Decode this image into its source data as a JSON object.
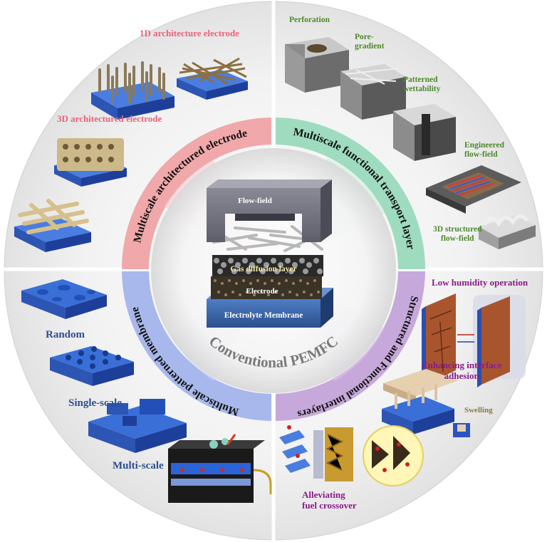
{
  "center": {
    "title": "Conventional PEMFC",
    "layers": {
      "flow_field": "Flow-field",
      "gdl": "Gas diffusion layer",
      "electrode": "Electrode",
      "membrane": "Electrolyte Membrane"
    }
  },
  "ring": {
    "top_left": "Multiscale architectured electrode",
    "top_right": "Multiscale functional transport layer",
    "bottom_left": "Multiscale patterned membrane",
    "bottom_right": "Structured and Functional interlayers"
  },
  "quadrants": {
    "electrode": {
      "one_d": "1D architecture electrode",
      "three_d": "3D architectured electrode"
    },
    "transport": {
      "perforation": "Perforation",
      "pore_gradient_1": "Pore-",
      "pore_gradient_2": "gradient",
      "patterned_1": "Patterned",
      "patterned_2": "wettability",
      "engineered_1": "Engineered",
      "engineered_2": "flow-field",
      "structured_1": "3D structured",
      "structured_2": "flow-field"
    },
    "membrane": {
      "random": "Random",
      "single": "Single-scale",
      "multi": "Multi-scale"
    },
    "interlayers": {
      "low_humidity": "Low humidity operation",
      "adhesion_1": "Enhancing interface",
      "adhesion_2": "adhesion",
      "swelling": "Swelling",
      "crossover_1": "Alleviating",
      "crossover_2": "fuel crossover"
    }
  },
  "colors": {
    "ring_pink": "#f0a8aa",
    "ring_green": "#9fdcbf",
    "ring_blue": "#a8b8ec",
    "ring_purple": "#c6a8da",
    "pink_text": "#e8627a",
    "green_text": "#4b8a2a",
    "blue_text": "#2d4f8f",
    "purple_text": "#8a1a8a"
  }
}
